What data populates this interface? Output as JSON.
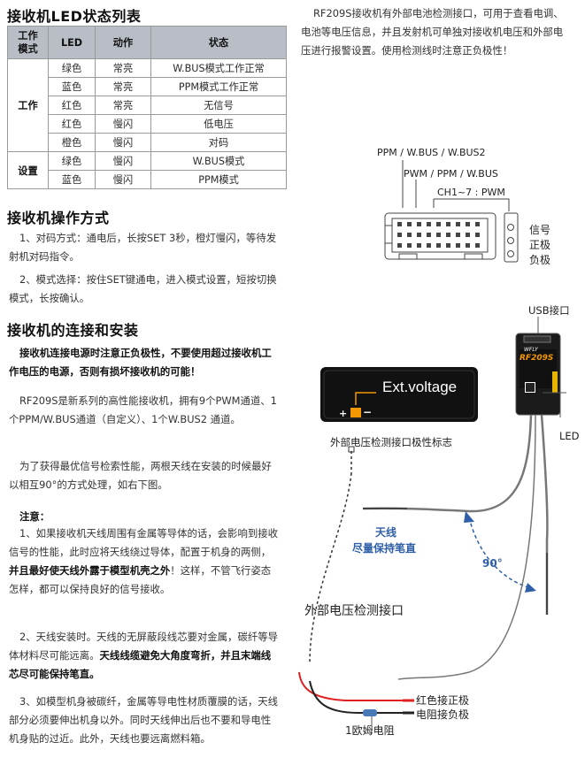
{
  "led_section": {
    "title": "接收机LED状态列表",
    "headers": [
      "工作\n模式",
      "LED",
      "动作",
      "状态"
    ],
    "groups": [
      {
        "mode": "工作",
        "rows": [
          {
            "led": "绿色",
            "action": "常亮",
            "status": "W.BUS模式工作正常"
          },
          {
            "led": "蓝色",
            "action": "常亮",
            "status": "PPM模式工作正常"
          },
          {
            "led": "红色",
            "action": "常亮",
            "status": "无信号"
          },
          {
            "led": "红色",
            "action": "慢闪",
            "status": "低电压"
          },
          {
            "led": "橙色",
            "action": "慢闪",
            "status": "对码"
          }
        ]
      },
      {
        "mode": "设置",
        "rows": [
          {
            "led": "绿色",
            "action": "慢闪",
            "status": "W.BUS模式"
          },
          {
            "led": "蓝色",
            "action": "慢闪",
            "status": "PPM模式"
          }
        ]
      }
    ]
  },
  "operation": {
    "title": "接收机操作方式",
    "p1": "1、对码方式：通电后，长按SET 3秒，橙灯慢闪，等待发射机对码指令。",
    "p2": "2、模式选择：按住SET键通电，进入模式设置，短按切换模式，长按确认。"
  },
  "install": {
    "title": "接收机的连接和安装",
    "warning": "接收机连接电源时注意正负极性，不要使用超过接收机工作电压的电源，否则有损坏接收机的可能！",
    "intro": "RF209S是新系列的高性能接收机，拥有9个PWM通道、1个PPM/W.BUS通道（自定义）、1个W.BUS2 通道。",
    "antenna": "为了获得最优信号检索性能，两根天线在安装的时候最好以相互90°的方式处理，如右下图。",
    "note_title": "注意：",
    "note1_a": "1、如果接收机天线周围有金属等导体的话，会影响到接收信号的性能，此时应将天线绕过导体，配置于机身的两侧，",
    "note1_b": "并且最好使天线外露于模型机壳之外",
    "note1_c": "！这样，不管飞行姿态怎样，都可以保持良好的信号接收。",
    "note2_a": "2、天线安装时。天线的无屏蔽段线芯要对金属，碳纤等导体材料尽可能远离。",
    "note2_b": "天线线缆避免大角度弯折，并且末端线芯尽可能保持笔直。",
    "note3": "3、如模型机身被碳纤，金属等导电性材质覆膜的话，天线部分必须要伸出机身以外。同时天线伸出后也不要和导电性机身贴的过近。此外，天线也要远离燃料箱。"
  },
  "right_text": "RF209S接收机有外部电池检测接口，可用于查看电调、电池等电压信息，并且发射机可单独对接收机电压和外部电压进行报警设置。使用检测线时注意正负极性！",
  "connector": {
    "label1": "PPM / W.BUS / W.BUS2",
    "label2": "PWM / PPM / W.BUS",
    "label3": "CH1~7 : PWM",
    "signal": "信号",
    "positive": "正极",
    "negative": "负极"
  },
  "diagram": {
    "usb": "USB接口",
    "led": "LED",
    "ext_voltage": "Ext.voltage",
    "plus": "+",
    "minus": "−",
    "ext_caption": "外部电压检测接口极性标志",
    "antenna_line1": "天线",
    "antenna_line2": "尽量保持笔直",
    "angle": "90°",
    "ext_port": "外部电压检测接口",
    "red_label": "红色接正极",
    "black_label": "电阻接负极",
    "resistor": "1欧姆电阻",
    "receiver_brand": "WFLY",
    "receiver_model": "RF209S"
  },
  "colors": {
    "table_header": "#b9bec6",
    "blue_text": "#2f5fa8",
    "orange": "#f39800",
    "red_wire": "#e02020"
  }
}
